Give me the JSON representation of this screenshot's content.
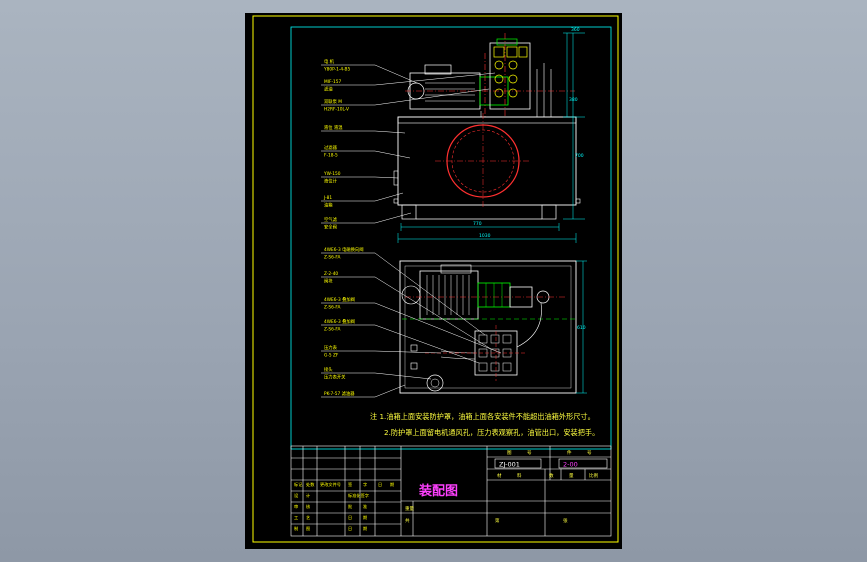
{
  "drawing": {
    "title": "装配图",
    "drawing_no": "ZJ-001",
    "code": "2-00",
    "notes": [
      "注 1.油箱上面安装防护罩，油箱上面各安装件不能超出油箱外形尺寸。",
      "2.防护罩上面留电机通风孔，压力表观察孔，油管出口，安装把手。"
    ]
  },
  "front_view_labels": [
    {
      "l1": "电 机",
      "l2": "Y80P-1-4-B5"
    },
    {
      "l1": "MIF-157",
      "l2": "滤油"
    },
    {
      "l1": "双联泵 M",
      "l2": "H2RF-10L-V"
    },
    {
      "l1": "液位 液温",
      "l2": ""
    },
    {
      "l1": "过滤器",
      "l2": "F-18-5"
    },
    {
      "l1": "YW-150",
      "l2": "液位计"
    },
    {
      "l1": "J-81",
      "l2": "油箱"
    },
    {
      "l1": "空气滤",
      "l2": "安全阀"
    }
  ],
  "plan_view_labels": [
    {
      "l1": "4WE6-3 电磁换向阀",
      "l2": "Z-S6-FA"
    },
    {
      "l1": "Z-2-40",
      "l2": "阀块"
    },
    {
      "l1": "4WE6-3 叠加阀",
      "l2": "Z-S6-FA"
    },
    {
      "l1": "4WE6-3 叠加阀",
      "l2": "Z-S6-FA"
    },
    {
      "l1": "压力表",
      "l2": "G-5 ZF"
    },
    {
      "l1": "接头",
      "l2": "压力表开关"
    },
    {
      "l1": "PK-7-57 滤油器",
      "l2": ""
    }
  ],
  "dimensions": {
    "front_width": "770",
    "front_total": "1030",
    "h_top": "360",
    "h_pump": "380",
    "h_tank": "700",
    "plan_depth": "610"
  },
  "title_block": {
    "header": [
      "图",
      "号",
      "件",
      "号"
    ],
    "row2": [
      "材",
      "料",
      "数",
      "量",
      "比例"
    ],
    "left_rows": [
      [
        "标记",
        "处数",
        "更改文件号",
        "签",
        "字",
        "日",
        "期"
      ],
      [
        "设",
        "计",
        "",
        "标准化签字"
      ],
      [
        "审",
        "核",
        "",
        "批",
        "准"
      ],
      [
        "工",
        "艺",
        "",
        "日",
        "期"
      ],
      [
        "制",
        "图",
        "",
        "日",
        "期"
      ]
    ],
    "weight_label": "重量",
    "total_label": "共",
    "sheet_label": "第",
    "page_label": "张"
  },
  "colors": {
    "frame": "#00ffff",
    "outline": "#ffffff",
    "dimension": "#00ffff",
    "center": "#ff3030",
    "part": "#ffff00",
    "magenta": "#ff40ff",
    "green": "#00ff00"
  }
}
